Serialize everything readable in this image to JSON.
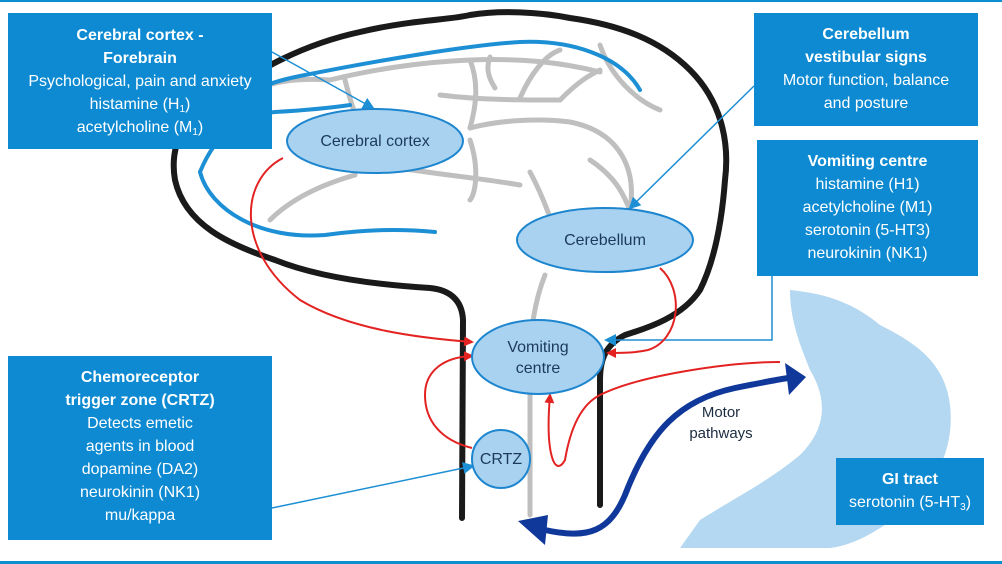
{
  "boxes": {
    "cortex": {
      "title_lines": [
        "Cerebral cortex -",
        "Forebrain"
      ],
      "lines": [
        {
          "text": "Psychological, pain and anxiety"
        },
        {
          "text": "histamine (H",
          "sub": "1",
          "after": ")"
        },
        {
          "text": "acetylcholine (M",
          "sub": "1",
          "after": ")"
        }
      ]
    },
    "cerebellum": {
      "title_lines": [
        "Cerebellum",
        "vestibular signs"
      ],
      "lines": [
        {
          "text": "Motor function, balance"
        },
        {
          "text": "and posture"
        }
      ]
    },
    "vomiting": {
      "title_lines": [
        "Vomiting centre"
      ],
      "lines": [
        {
          "text": "histamine (H1)"
        },
        {
          "text": "acetylcholine (M1)"
        },
        {
          "text": "serotonin (5-HT3)"
        },
        {
          "text": "neurokinin (NK1)"
        }
      ]
    },
    "ctz": {
      "title_lines": [
        "Chemoreceptor",
        "trigger zone (CRTZ)"
      ],
      "lines": [
        {
          "text": "Detects emetic"
        },
        {
          "text": "agents in blood"
        },
        {
          "text": "dopamine (DA2)"
        },
        {
          "text": "neurokinin (NK1)"
        },
        {
          "text": "mu/kappa"
        }
      ]
    },
    "gi": {
      "title_lines": [
        "GI tract"
      ],
      "lines": [
        {
          "text": "serotonin (5-HT",
          "sub": "3",
          "after": ")"
        }
      ]
    }
  },
  "nodes": {
    "cortex": {
      "label": "Cerebral cortex"
    },
    "cerebellum": {
      "label": "Cerebellum"
    },
    "vomiting": {
      "label_lines": [
        "Vomiting",
        "centre"
      ]
    },
    "crtz": {
      "label": "CRTZ"
    }
  },
  "labels": {
    "motor_lines": [
      "Motor",
      "pathways"
    ]
  },
  "colors": {
    "box_fill": "#0d8ad1",
    "node_fill": "#a9d2f0",
    "node_stroke": "#1d86cf",
    "brain_outline": "#1a1a1a",
    "inner_line": "#1d8fd4",
    "gyri": "#bfbfbf",
    "red_arrow": "#e32222",
    "motor_arrow": "#10389a",
    "stomach": "#b4d8f1",
    "connector": "#1d8fd4"
  }
}
